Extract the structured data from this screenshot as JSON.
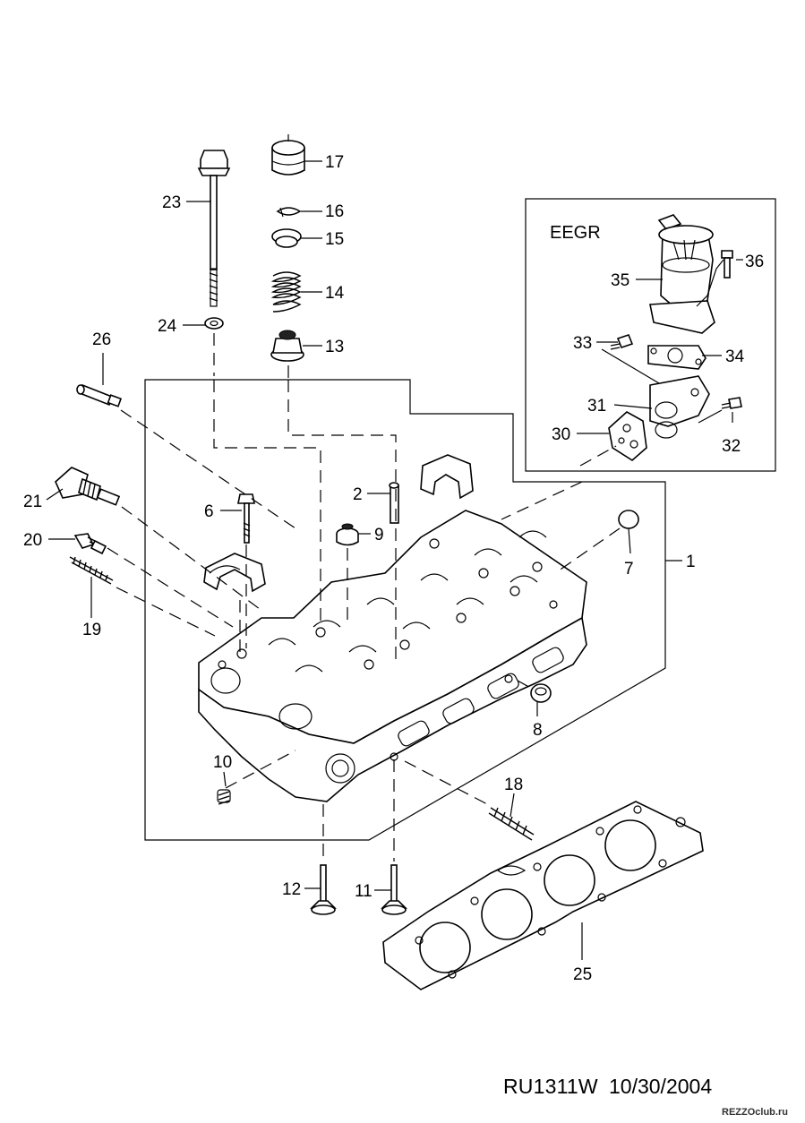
{
  "inset": {
    "title": "EEGR"
  },
  "callouts": {
    "c1": "1",
    "c2": "2",
    "c6": "6",
    "c7": "7",
    "c8": "8",
    "c9": "9",
    "c10": "10",
    "c11": "11",
    "c12": "12",
    "c13": "13",
    "c14": "14",
    "c15": "15",
    "c16": "16",
    "c17": "17",
    "c18": "18",
    "c19": "19",
    "c20": "20",
    "c21": "21",
    "c23": "23",
    "c24": "24",
    "c25": "25",
    "c26": "26",
    "c30": "30",
    "c31": "31",
    "c32": "32",
    "c33": "33",
    "c34": "34",
    "c35": "35",
    "c36": "36"
  },
  "footer": {
    "code": "RU1311W",
    "date": "10/30/2004"
  },
  "watermark": "REZZOclub.ru"
}
